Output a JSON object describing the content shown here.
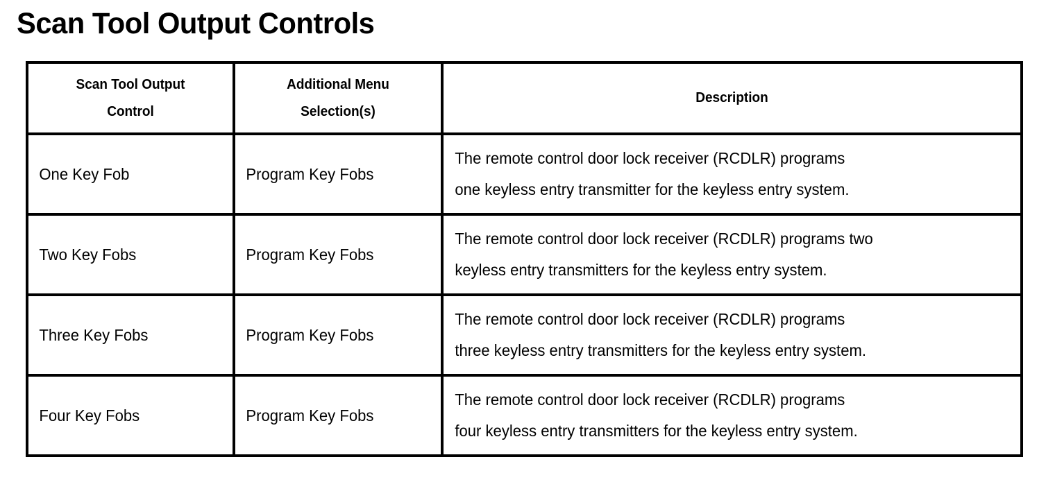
{
  "page": {
    "title": "Scan Tool Output Controls",
    "background_color": "#ffffff",
    "text_color": "#000000",
    "border_color": "#000000"
  },
  "table": {
    "headers": {
      "control": "Scan Tool Output Control",
      "control_line1": "Scan Tool Output",
      "control_line2": "Control",
      "menu": "Additional Menu Selection(s)",
      "menu_line1": "Additional Menu",
      "menu_line2": "Selection(s)",
      "description": "Description"
    },
    "rows": [
      {
        "control": "One Key Fob",
        "menu": "Program Key Fobs",
        "description_line1": "The remote control door lock receiver (RCDLR) programs",
        "description_line2": "one keyless entry transmitter for the keyless entry system."
      },
      {
        "control": "Two Key Fobs",
        "menu": "Program Key Fobs",
        "description_line1": "The remote control door lock receiver (RCDLR) programs two",
        "description_line2": "keyless entry transmitters for the keyless entry system."
      },
      {
        "control": "Three Key Fobs",
        "menu": "Program Key Fobs",
        "description_line1": "The remote control door lock receiver (RCDLR) programs",
        "description_line2": "three keyless entry transmitters for the keyless entry system."
      },
      {
        "control": "Four Key Fobs",
        "menu": "Program Key Fobs",
        "description_line1": "The remote control door lock receiver (RCDLR) programs",
        "description_line2": "four keyless entry transmitters for the keyless entry system."
      }
    ]
  }
}
